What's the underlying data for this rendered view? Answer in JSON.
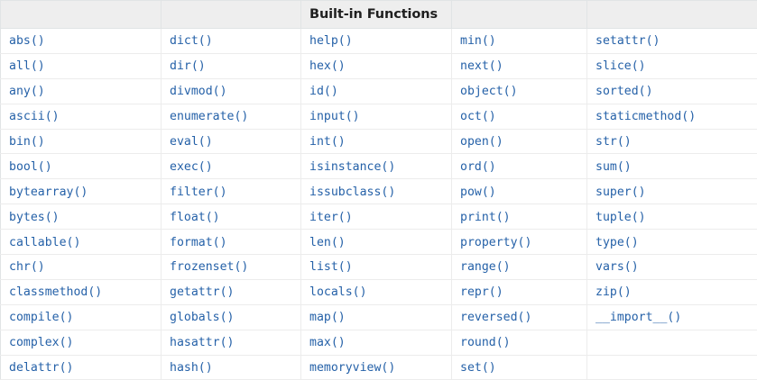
{
  "table": {
    "name": "python-builtin-functions-table",
    "header": {
      "col1": "",
      "col2": "",
      "col3": "Built-in Functions",
      "col4": "",
      "col5": ""
    },
    "colors": {
      "link": "#2561a8",
      "header_background": "#eeeeee",
      "header_text": "#1f1f1f",
      "border": "#ececec",
      "page_background": "#ffffff"
    },
    "columns": [
      {
        "index": 1,
        "cells": [
          "abs()",
          "all()",
          "any()",
          "ascii()",
          "bin()",
          "bool()",
          "bytearray()",
          "bytes()",
          "callable()",
          "chr()",
          "classmethod()",
          "compile()",
          "complex()",
          "delattr()"
        ]
      },
      {
        "index": 2,
        "cells": [
          "dict()",
          "dir()",
          "divmod()",
          "enumerate()",
          "eval()",
          "exec()",
          "filter()",
          "float()",
          "format()",
          "frozenset()",
          "getattr()",
          "globals()",
          "hasattr()",
          "hash()"
        ]
      },
      {
        "index": 3,
        "cells": [
          "help()",
          "hex()",
          "id()",
          "input()",
          "int()",
          "isinstance()",
          "issubclass()",
          "iter()",
          "len()",
          "list()",
          "locals()",
          "map()",
          "max()",
          "memoryview()"
        ]
      },
      {
        "index": 4,
        "cells": [
          "min()",
          "next()",
          "object()",
          "oct()",
          "open()",
          "ord()",
          "pow()",
          "print()",
          "property()",
          "range()",
          "repr()",
          "reversed()",
          "round()",
          "set()"
        ]
      },
      {
        "index": 5,
        "cells": [
          "setattr()",
          "slice()",
          "sorted()",
          "staticmethod()",
          "str()",
          "sum()",
          "super()",
          "tuple()",
          "type()",
          "vars()",
          "zip()",
          "__import__()",
          "",
          ""
        ]
      }
    ]
  }
}
